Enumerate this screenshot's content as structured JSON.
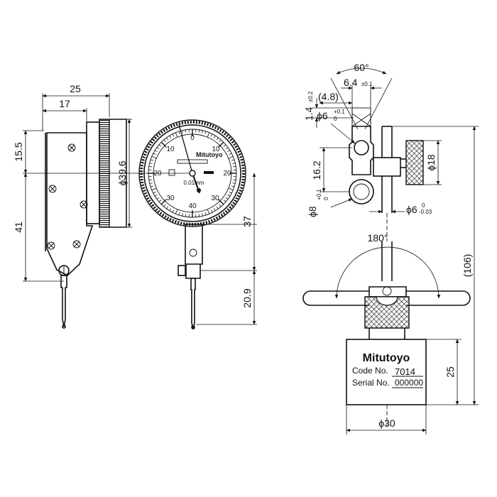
{
  "side_view": {
    "dim_width_top": "25",
    "dim_width_inner": "17",
    "dim_top_offset": "15.5",
    "dim_height_body": "41",
    "dim_dial_diameter": "ϕ39.6"
  },
  "front_view": {
    "dial_numbers": {
      "top_left": "10",
      "top_right": "10",
      "mid_left": "20",
      "mid_right": "20",
      "bottom_left": "30",
      "bottom_right": "30",
      "bottom": "40",
      "top": "0"
    },
    "brand": "Mitutoyo",
    "resolution": "0.01mm",
    "dim_dial_to_tip": "37",
    "dim_stylus": "20.9"
  },
  "stand_view": {
    "angle_top": "60°",
    "dim_top_width": "6.4",
    "dim_top_width_tol": "±0.1",
    "dim_side_width": "(4.8)",
    "dim_small": "1.4",
    "dim_small_tol": "±0.2",
    "dim_hole_upper": "ϕ6",
    "dim_hole_upper_tol_plus": "+0.1",
    "dim_hole_upper_tol_minus": "0",
    "dim_clamp_height": "16.2",
    "dim_hole_lower": "ϕ8",
    "dim_hole_lower_tol_plus": "+0.1",
    "dim_hole_lower_tol_minus": "0",
    "dim_rod": "ϕ6",
    "dim_rod_tol_plus": "0",
    "dim_rod_tol_minus": "-0.03",
    "dim_knob": "ϕ18",
    "angle_swing": "180°",
    "dim_total_height": "(106)",
    "dim_base_height": "25",
    "dim_base_diameter": "ϕ30",
    "nameplate": {
      "brand": "Mitutoyo",
      "code_label": "Code No.",
      "code_value": "7014",
      "serial_label": "Serial No.",
      "serial_value": "000000"
    }
  }
}
